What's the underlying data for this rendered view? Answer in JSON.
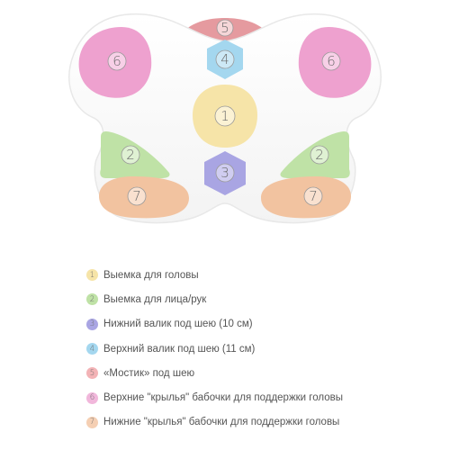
{
  "pillow_zones": [
    {
      "number": "5",
      "color": "#e59a9f"
    },
    {
      "number": "6",
      "color": "#eea1cf"
    },
    {
      "number": "4",
      "color": "#a4d7ef"
    },
    {
      "number": "1",
      "color": "#f6e4a8"
    },
    {
      "number": "3",
      "color": "#a9a5e3"
    },
    {
      "number": "2",
      "color": "#bfe2a6"
    },
    {
      "number": "7",
      "color": "#f2c3a0"
    }
  ],
  "legend": [
    {
      "number": "1",
      "text": "Выемка для головы",
      "color": "#f6e4a8"
    },
    {
      "number": "2",
      "text": "Выемка для лица/рук",
      "color": "#bfe2a6"
    },
    {
      "number": "3",
      "text": "Нижний валик под шею (10 см)",
      "color": "#a9a5e3"
    },
    {
      "number": "4",
      "text": "Верхний валик под шею (11 см)",
      "color": "#a4d7ef"
    },
    {
      "number": "5",
      "text": "«Мостик» под шею",
      "color": "#f3b3b6"
    },
    {
      "number": "6",
      "text": "Верхние \"крылья\" бабочки для поддержки головы",
      "color": "#f1b7db"
    },
    {
      "number": "7",
      "text": "Нижние \"крылья\" бабочки для поддержки головы",
      "color": "#f5cfb3"
    }
  ]
}
